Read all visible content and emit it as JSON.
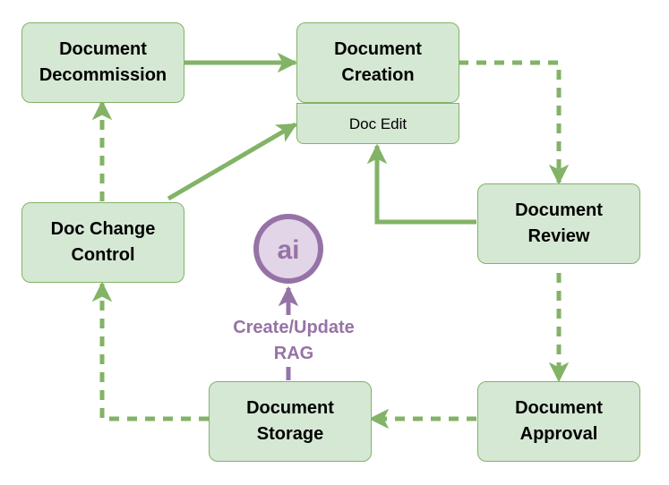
{
  "nodes": {
    "decommission": "Document\nDecommission",
    "creation": "Document\nCreation",
    "doc_edit": "Doc Edit",
    "change_control": "Doc Change\nControl",
    "review": "Document\nReview",
    "storage": "Document\nStorage",
    "approval": "Document\nApproval"
  },
  "ai_node": {
    "label": "ai",
    "icon": "ai-icon"
  },
  "rag_label": "Create/Update\nRAG",
  "colors": {
    "node_fill": "#d5e8d4",
    "node_stroke": "#82b366",
    "edge": "#82b366",
    "ai": "#9673a6"
  }
}
